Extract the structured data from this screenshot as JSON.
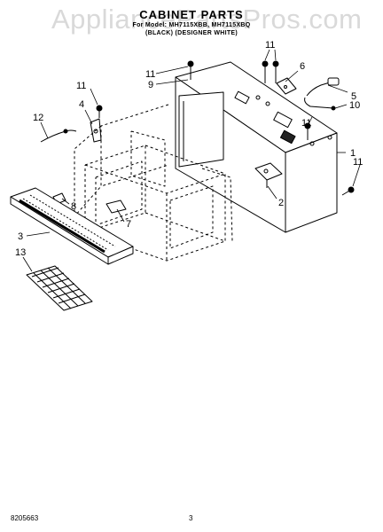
{
  "watermark": "AppliancePartsPros.com",
  "header": {
    "title": "CABINET PARTS",
    "model_line": "For Model: MH7115XBB, MH7115XBQ",
    "color_line": "(BLACK) (DESIGNER WHITE)"
  },
  "callouts": {
    "c1": "1",
    "c2": "2",
    "c3": "3",
    "c4": "4",
    "c5": "5",
    "c6": "6",
    "c7": "7",
    "c8": "8",
    "c9": "9",
    "c10": "10",
    "c11a": "11",
    "c11b": "11",
    "c11c": "11",
    "c11d": "11",
    "c11e": "11",
    "c12": "12",
    "c13": "13"
  },
  "footer": {
    "doc_number": "8205663",
    "page_number": "3"
  }
}
